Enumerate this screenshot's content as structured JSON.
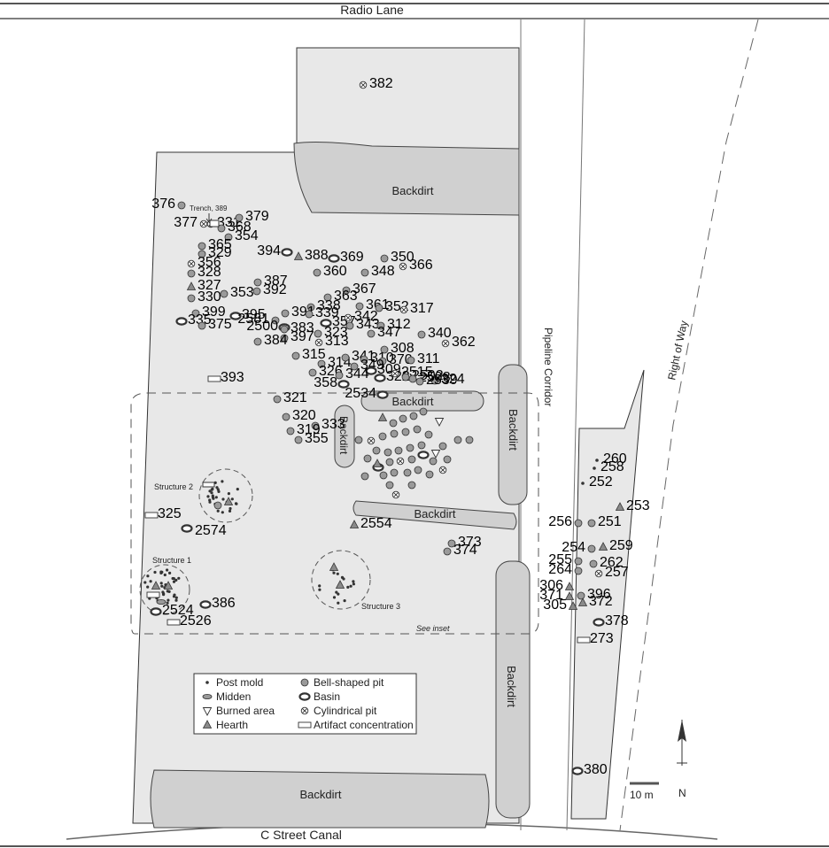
{
  "roads": {
    "north": "Radio Lane",
    "south": "C Street Canal"
  },
  "corridors": {
    "pipeline": "Pipeline Corridor",
    "right_of_way": "Right of Way"
  },
  "backdirt_label": "Backdirt",
  "inset_label": "See inset",
  "trench_label": "Trench, 389",
  "structures": [
    "Structure 1",
    "Structure 2",
    "Structure 3"
  ],
  "legend": {
    "items": [
      {
        "symbol": "post",
        "label": "Post mold"
      },
      {
        "symbol": "bell",
        "label": "Bell-shaped pit"
      },
      {
        "symbol": "midden",
        "label": "Midden"
      },
      {
        "symbol": "basin",
        "label": "Basin"
      },
      {
        "symbol": "burned",
        "label": "Burned area"
      },
      {
        "symbol": "cyl",
        "label": "Cylindrical pit"
      },
      {
        "symbol": "hearth",
        "label": "Hearth"
      },
      {
        "symbol": "artifact",
        "label": "Artifact concentration"
      }
    ]
  },
  "scale": {
    "label": "10 m"
  },
  "north_label": "N",
  "colors": {
    "site": "#e7e7e7",
    "backdirt": "#d2d2d2",
    "feature": "#9a9a9a",
    "outline": "#333333"
  },
  "features": [
    {
      "id": "382",
      "type": "cyl"
    },
    {
      "id": "376",
      "type": "bell"
    },
    {
      "id": "377",
      "type": "cyl"
    },
    {
      "id": "331",
      "type": "cyl"
    },
    {
      "id": "379",
      "type": "bell"
    },
    {
      "id": "368",
      "type": "bell"
    },
    {
      "id": "354",
      "type": "bell"
    },
    {
      "id": "365",
      "type": "bell"
    },
    {
      "id": "329",
      "type": "bell"
    },
    {
      "id": "356",
      "type": "cyl"
    },
    {
      "id": "328",
      "type": "bell"
    },
    {
      "id": "327",
      "type": "hearth"
    },
    {
      "id": "330",
      "type": "bell"
    },
    {
      "id": "399",
      "type": "bell"
    },
    {
      "id": "335",
      "type": "basin"
    },
    {
      "id": "375",
      "type": "bell"
    },
    {
      "id": "353",
      "type": "bell"
    },
    {
      "id": "387",
      "type": "bell"
    },
    {
      "id": "392",
      "type": "bell"
    },
    {
      "id": "395",
      "type": "basin"
    },
    {
      "id": "394",
      "type": "basin"
    },
    {
      "id": "388",
      "type": "hearth"
    },
    {
      "id": "369",
      "type": "basin"
    },
    {
      "id": "350",
      "type": "bell"
    },
    {
      "id": "366",
      "type": "cyl"
    },
    {
      "id": "360",
      "type": "bell"
    },
    {
      "id": "348",
      "type": "bell"
    },
    {
      "id": "367",
      "type": "bell"
    },
    {
      "id": "363",
      "type": "bell"
    },
    {
      "id": "338",
      "type": "bell"
    },
    {
      "id": "391",
      "type": "bell"
    },
    {
      "id": "339",
      "type": "bell"
    },
    {
      "id": "2581",
      "type": "bell"
    },
    {
      "id": "2500",
      "type": "basin"
    },
    {
      "id": "383",
      "type": "bell"
    },
    {
      "id": "397",
      "type": "bell"
    },
    {
      "id": "384",
      "type": "bell"
    },
    {
      "id": "357",
      "type": "basin"
    },
    {
      "id": "342",
      "type": "cyl"
    },
    {
      "id": "343",
      "type": "bell"
    },
    {
      "id": "323",
      "type": "bell"
    },
    {
      "id": "313",
      "type": "cyl"
    },
    {
      "id": "361",
      "type": "bell"
    },
    {
      "id": "352",
      "type": "bell"
    },
    {
      "id": "317",
      "type": "cyl"
    },
    {
      "id": "312",
      "type": "bell"
    },
    {
      "id": "347",
      "type": "bell"
    },
    {
      "id": "340",
      "type": "bell"
    },
    {
      "id": "362",
      "type": "cyl"
    },
    {
      "id": "308",
      "type": "bell"
    },
    {
      "id": "315",
      "type": "bell"
    },
    {
      "id": "314",
      "type": "bell"
    },
    {
      "id": "341",
      "type": "bell"
    },
    {
      "id": "310",
      "type": "bell"
    },
    {
      "id": "370",
      "type": "bell"
    },
    {
      "id": "311",
      "type": "bell"
    },
    {
      "id": "326",
      "type": "bell"
    },
    {
      "id": "349",
      "type": "bell"
    },
    {
      "id": "309",
      "type": "basin"
    },
    {
      "id": "344",
      "type": "bell"
    },
    {
      "id": "358",
      "type": "basin"
    },
    {
      "id": "322",
      "type": "basin"
    },
    {
      "id": "324",
      "type": "bell"
    },
    {
      "id": "2534",
      "type": "basin"
    },
    {
      "id": "2515",
      "type": "cyl"
    },
    {
      "id": "2502",
      "type": "bell"
    },
    {
      "id": "2598",
      "type": "bell"
    },
    {
      "id": "2539",
      "type": "bell"
    },
    {
      "id": "393",
      "type": "artifact"
    },
    {
      "id": "321",
      "type": "bell"
    },
    {
      "id": "320",
      "type": "bell"
    },
    {
      "id": "333",
      "type": "bell"
    },
    {
      "id": "319",
      "type": "bell"
    },
    {
      "id": "355",
      "type": "bell"
    },
    {
      "id": "2574",
      "type": "basin"
    },
    {
      "id": "325",
      "type": "artifact"
    },
    {
      "id": "2554",
      "type": "hearth"
    },
    {
      "id": "373",
      "type": "bell"
    },
    {
      "id": "374",
      "type": "bell"
    },
    {
      "id": "386",
      "type": "basin"
    },
    {
      "id": "2524",
      "type": "basin"
    },
    {
      "id": "2526",
      "type": "artifact"
    },
    {
      "id": "260",
      "type": "post"
    },
    {
      "id": "258",
      "type": "post"
    },
    {
      "id": "252",
      "type": "post"
    },
    {
      "id": "253",
      "type": "hearth"
    },
    {
      "id": "256",
      "type": "bell"
    },
    {
      "id": "251",
      "type": "bell"
    },
    {
      "id": "254",
      "type": "bell"
    },
    {
      "id": "259",
      "type": "hearth"
    },
    {
      "id": "255",
      "type": "bell"
    },
    {
      "id": "262",
      "type": "bell"
    },
    {
      "id": "264",
      "type": "bell"
    },
    {
      "id": "257",
      "type": "cyl"
    },
    {
      "id": "306",
      "type": "hearth"
    },
    {
      "id": "371",
      "type": "hearth"
    },
    {
      "id": "396",
      "type": "bell"
    },
    {
      "id": "305",
      "type": "hearth"
    },
    {
      "id": "372",
      "type": "hearth"
    },
    {
      "id": "378",
      "type": "basin"
    },
    {
      "id": "273",
      "type": "artifact"
    },
    {
      "id": "380",
      "type": "basin"
    }
  ]
}
